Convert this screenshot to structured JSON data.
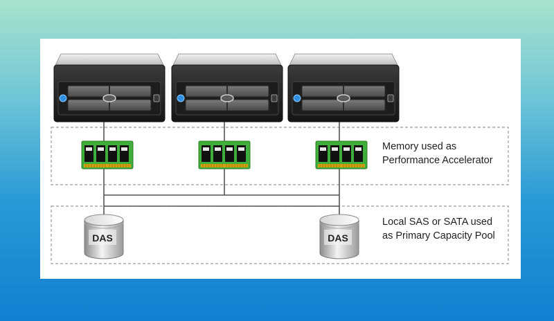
{
  "labels": {
    "memory": [
      "Memory used as",
      "Performance Accelerator"
    ],
    "storage": [
      "Local SAS or SATA used",
      "as Primary Capacity Pool"
    ]
  },
  "das_label": "DAS",
  "icons": {
    "server": "rack-server-icon",
    "memory": "ram-module-icon",
    "storage": "das-disk-icon"
  },
  "colors": {
    "background_top": "#a9e3cd",
    "background_bottom": "#127fd2",
    "server_body": "#2b2b2b",
    "server_led": "#2f8fe3",
    "ram_pcb": "#3fae3a",
    "ram_contacts": "#d4a20f",
    "connector": "#555555",
    "dashed_border": "#9a9a9a"
  }
}
